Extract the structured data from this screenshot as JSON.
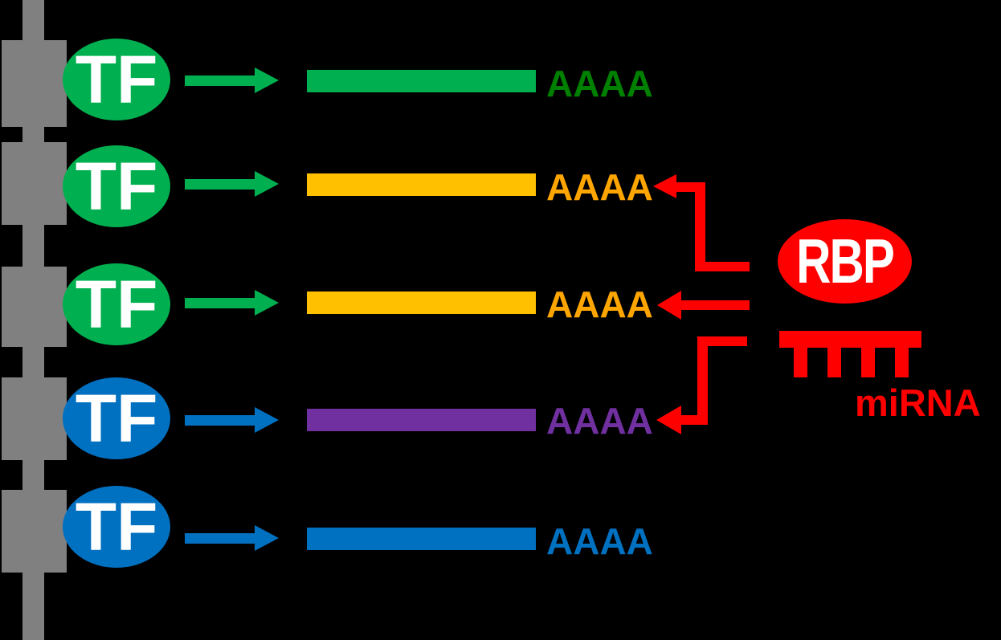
{
  "diagram": {
    "background_color": "#000000",
    "chromosome": {
      "icon": "dna-chromatin-icon",
      "color": "#808080"
    },
    "rows": [
      {
        "tf_label": "TF",
        "tf_color": "#00B050",
        "arrow_color": "#00B050",
        "mrna_color": "#00B050",
        "polya_label": "AAAA",
        "polya_color": "#008000"
      },
      {
        "tf_label": "TF",
        "tf_color": "#00B050",
        "arrow_color": "#00B050",
        "mrna_color": "#FFC000",
        "polya_label": "AAAA",
        "polya_color": "#FFA500"
      },
      {
        "tf_label": "TF",
        "tf_color": "#00B050",
        "arrow_color": "#00B050",
        "mrna_color": "#FFC000",
        "polya_label": "AAAA",
        "polya_color": "#FFA500"
      },
      {
        "tf_label": "TF",
        "tf_color": "#0070C0",
        "arrow_color": "#0070C0",
        "mrna_color": "#7030A0",
        "polya_label": "AAAA",
        "polya_color": "#7030A0"
      },
      {
        "tf_label": "TF",
        "tf_color": "#0070C0",
        "arrow_color": "#0070C0",
        "mrna_color": "#0070C0",
        "polya_label": "AAAA",
        "polya_color": "#0070C0"
      }
    ],
    "rbp": {
      "label": "RBP",
      "fill_color": "#FF0000",
      "text_color": "#FFFFFF"
    },
    "mirna": {
      "label": "miRNA",
      "color": "#FF0000",
      "icon": "mirna-comb-icon"
    },
    "regulation_links": [
      {
        "source": "RBP",
        "target_row": 2,
        "color": "#FF0000",
        "shape": "elbow-arrow-left"
      },
      {
        "source": "RBP",
        "target_row": 3,
        "color": "#FF0000",
        "shape": "straight-arrow-left"
      },
      {
        "source": "miRNA",
        "target_row": 4,
        "color": "#FF0000",
        "shape": "elbow-arrow-left"
      }
    ]
  }
}
